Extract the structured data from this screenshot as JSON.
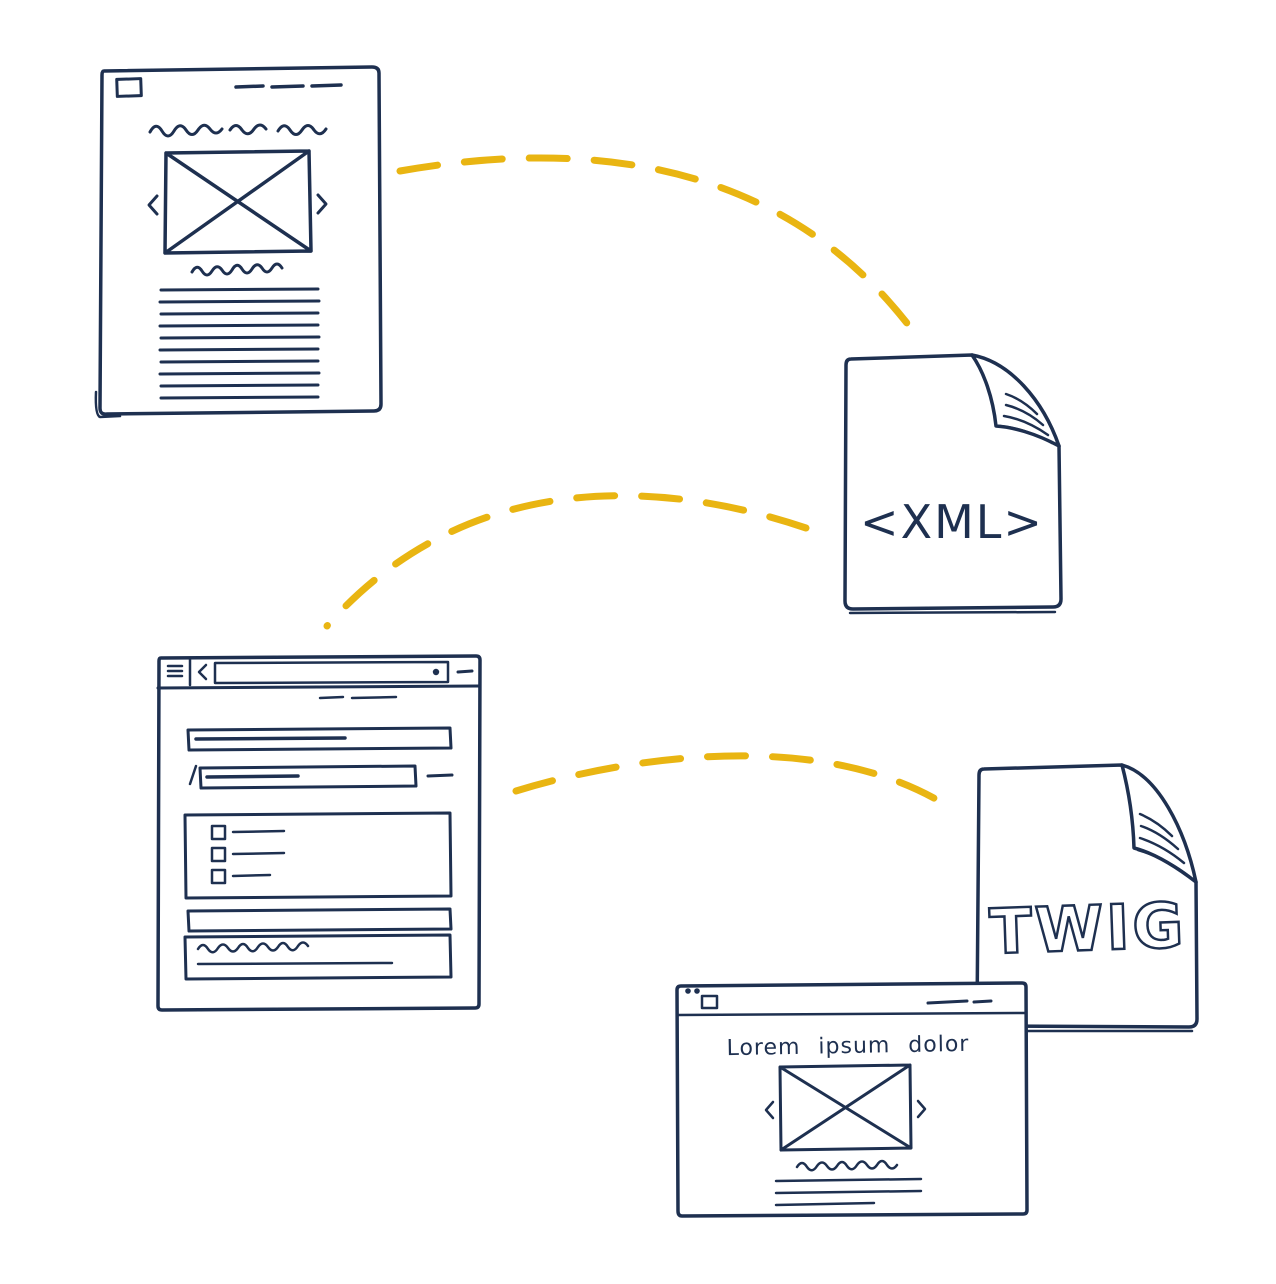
{
  "illustration": {
    "background_color": "#ffffff",
    "ink_color": "#1e3050",
    "accent_color": "#e9b512",
    "xml_file": {
      "label": "<XML>"
    },
    "twig_file": {
      "label": "TWIG"
    },
    "rendered_page": {
      "heading": "Lorem ipsum dolor"
    }
  }
}
